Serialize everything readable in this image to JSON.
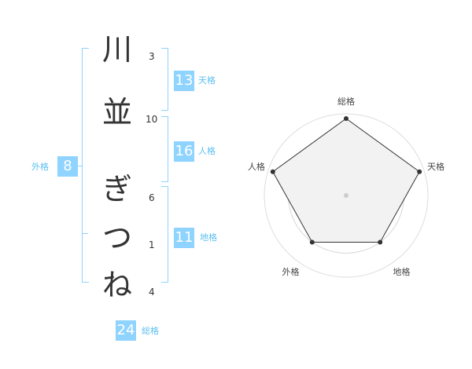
{
  "name_chars": [
    {
      "char": "川",
      "strokes": "3"
    },
    {
      "char": "並",
      "strokes": "10"
    },
    {
      "char": "ぎ",
      "strokes": "6"
    },
    {
      "char": "つ",
      "strokes": "1"
    },
    {
      "char": "ね",
      "strokes": "4"
    }
  ],
  "fortunes": {
    "tenkaku": {
      "value": "13",
      "label": "天格"
    },
    "jinkaku": {
      "value": "16",
      "label": "人格"
    },
    "chikaku": {
      "value": "11",
      "label": "地格"
    },
    "gaikaku": {
      "value": "8",
      "label": "外格"
    },
    "soukaku": {
      "value": "24",
      "label": "総格"
    }
  },
  "radar": {
    "axes": [
      "総格",
      "天格",
      "地格",
      "外格",
      "人格"
    ],
    "levels": [
      1.0,
      1.0,
      0.75,
      0.75,
      1.0
    ],
    "colors": {
      "fill": "#f2f2f2",
      "stroke": "#333333",
      "ring": "#dddddd",
      "accent": "#8fd3ff"
    }
  }
}
